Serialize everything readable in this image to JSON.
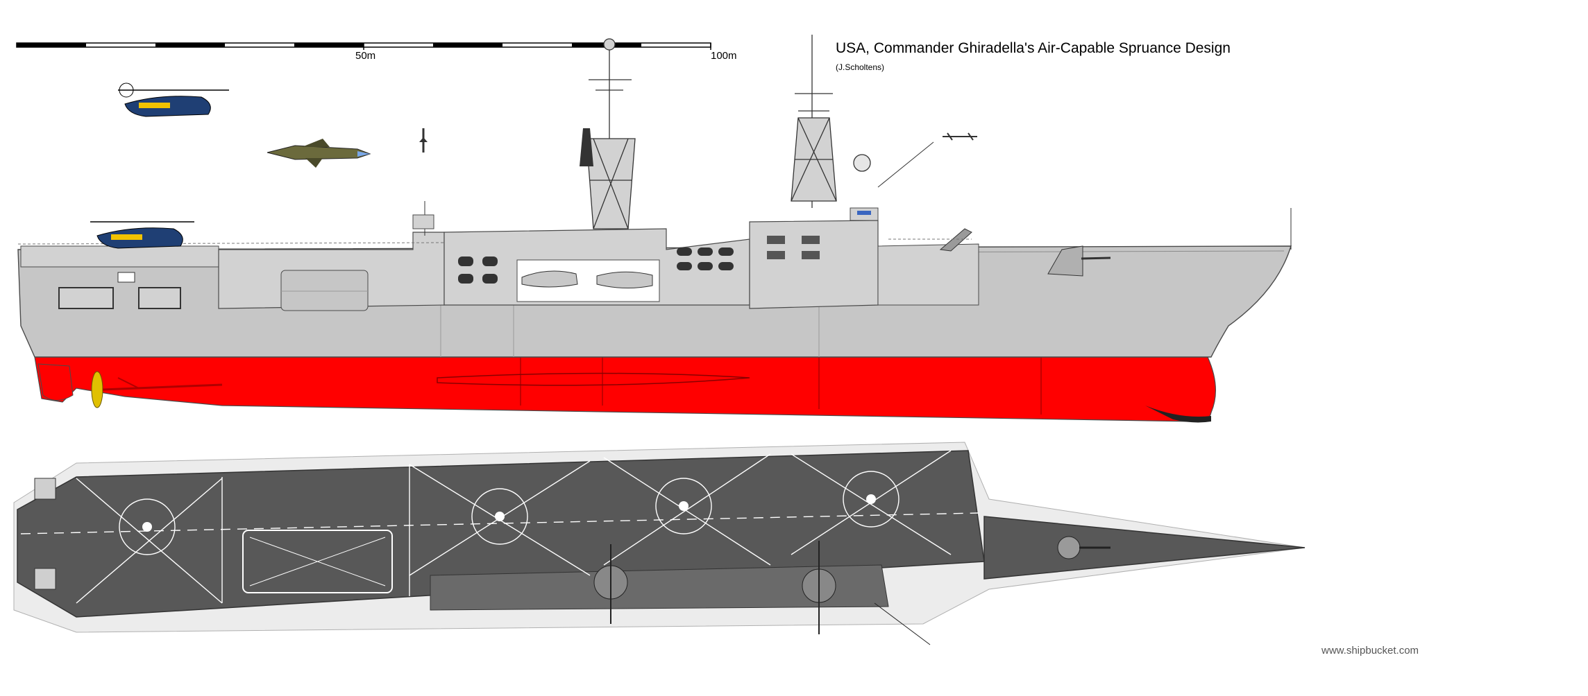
{
  "title": "USA, Commander Ghiradella's Air-Capable Spruance Design",
  "credit": "(J.Scholtens)",
  "watermark": "www.shipbucket.com",
  "scale": {
    "mid_label": "50m",
    "end_label": "100m"
  },
  "colors": {
    "hull_gray": "#c6c6c6",
    "superstructure_gray": "#d2d2d2",
    "deck_gray": "#585858",
    "antifouling_red": "#ff0000",
    "boot_black": "#222222",
    "outline": "#4a4a4a",
    "deck_marking": "#ffffff",
    "helicopter_blue": "#1f3f74",
    "jet_camo": "#6b6a3c"
  }
}
